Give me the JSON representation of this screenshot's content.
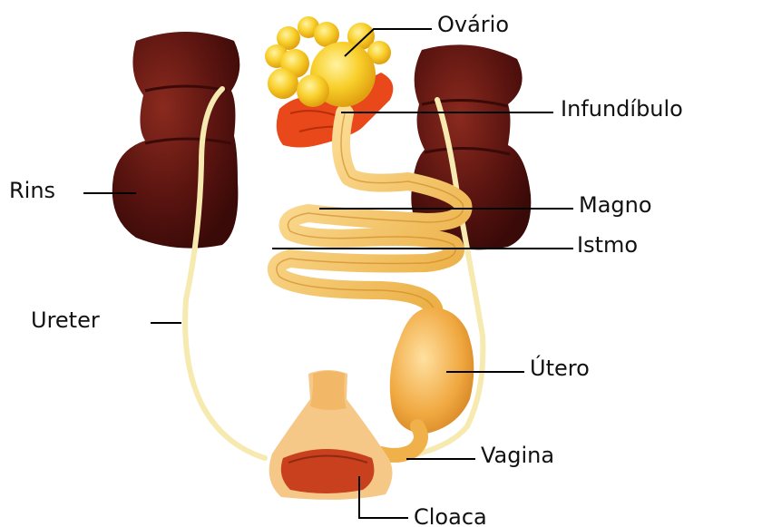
{
  "diagram": {
    "labels": {
      "ovario": "Ovário",
      "infundibulo": "Infundíbulo",
      "rins": "Rins",
      "magno": "Magno",
      "istmo": "Istmo",
      "ureter": "Ureter",
      "utero": "Útero",
      "vagina": "Vagina",
      "cloaca": "Cloaca"
    }
  },
  "colors": {
    "kidney": "#5a1410",
    "kidney_highlight": "#7a2318",
    "ovary": "#f6c21e",
    "ovary_light": "#ffe36a",
    "oviduct": "#f0b84a",
    "oviduct_light": "#ffe3a0",
    "infundibulum": "#e8481a",
    "ureter": "#f4e6a0",
    "cloaca_inner": "#c8401e"
  }
}
